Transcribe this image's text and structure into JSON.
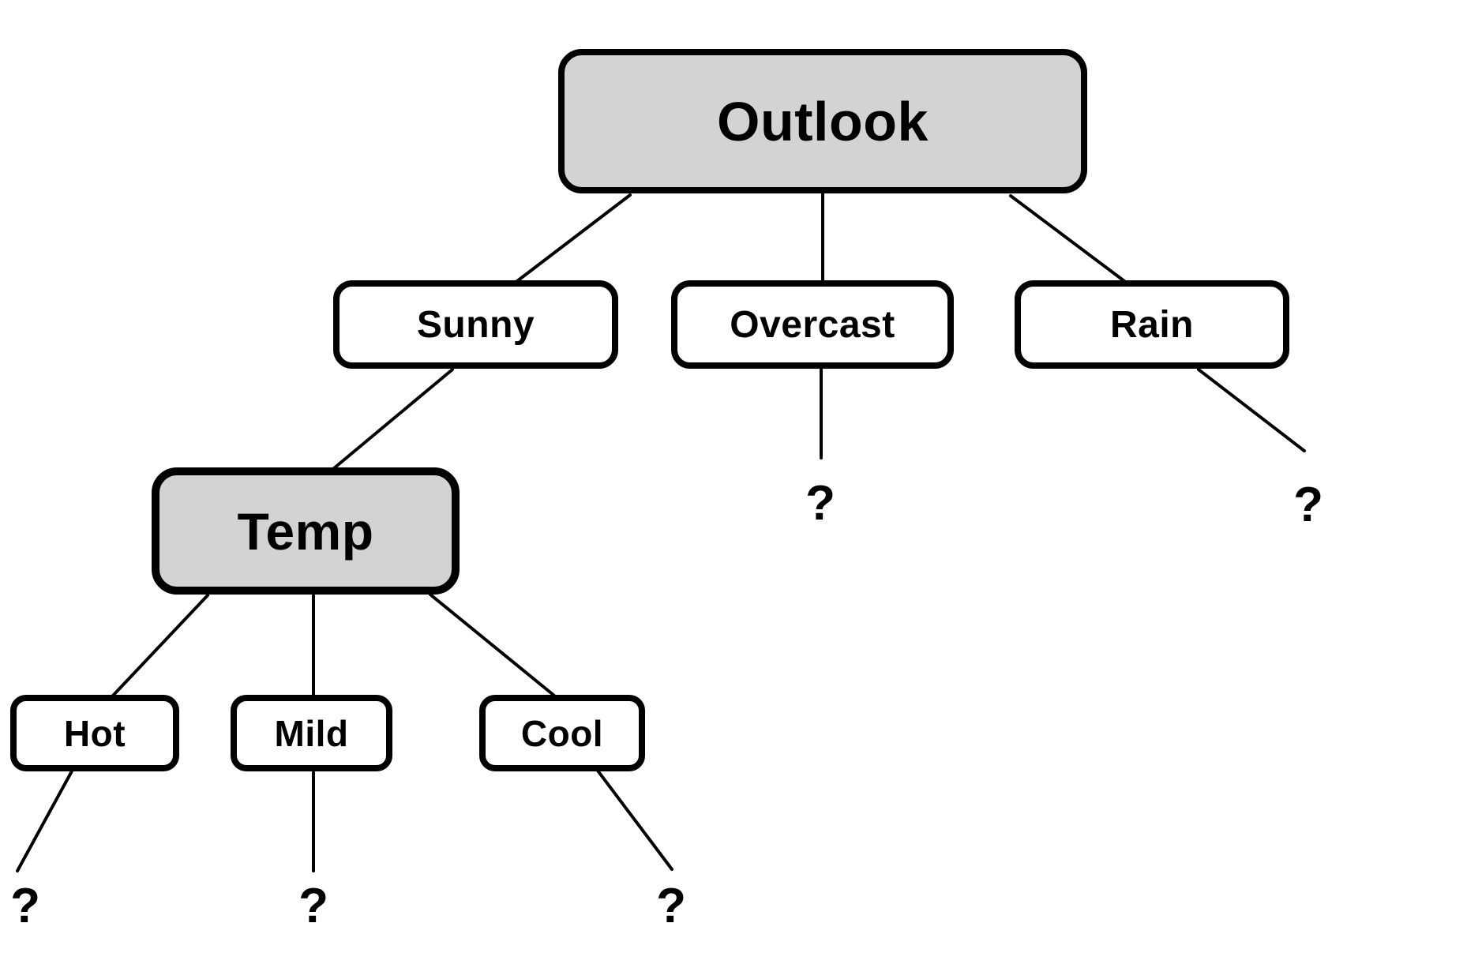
{
  "colors": {
    "decision_fill": "#d3d3d3",
    "leaf_fill": "#ffffff",
    "stroke": "#000000",
    "background": "#ffffff"
  },
  "nodes": {
    "outlook": {
      "label": "Outlook",
      "kind": "decision"
    },
    "sunny": {
      "label": "Sunny",
      "kind": "value"
    },
    "overcast": {
      "label": "Overcast",
      "kind": "value"
    },
    "rain": {
      "label": "Rain",
      "kind": "value"
    },
    "temp": {
      "label": "Temp",
      "kind": "decision"
    },
    "hot": {
      "label": "Hot",
      "kind": "value"
    },
    "mild": {
      "label": "Mild",
      "kind": "value"
    },
    "cool": {
      "label": "Cool",
      "kind": "value"
    }
  },
  "unknowns": {
    "overcast": "?",
    "rain": "?",
    "hot": "?",
    "mild": "?",
    "cool": "?"
  },
  "tree": {
    "root": "Outlook",
    "children": [
      {
        "branch": "Sunny",
        "child": {
          "root": "Temp",
          "children": [
            {
              "branch": "Hot",
              "child": "?"
            },
            {
              "branch": "Mild",
              "child": "?"
            },
            {
              "branch": "Cool",
              "child": "?"
            }
          ]
        }
      },
      {
        "branch": "Overcast",
        "child": "?"
      },
      {
        "branch": "Rain",
        "child": "?"
      }
    ]
  }
}
